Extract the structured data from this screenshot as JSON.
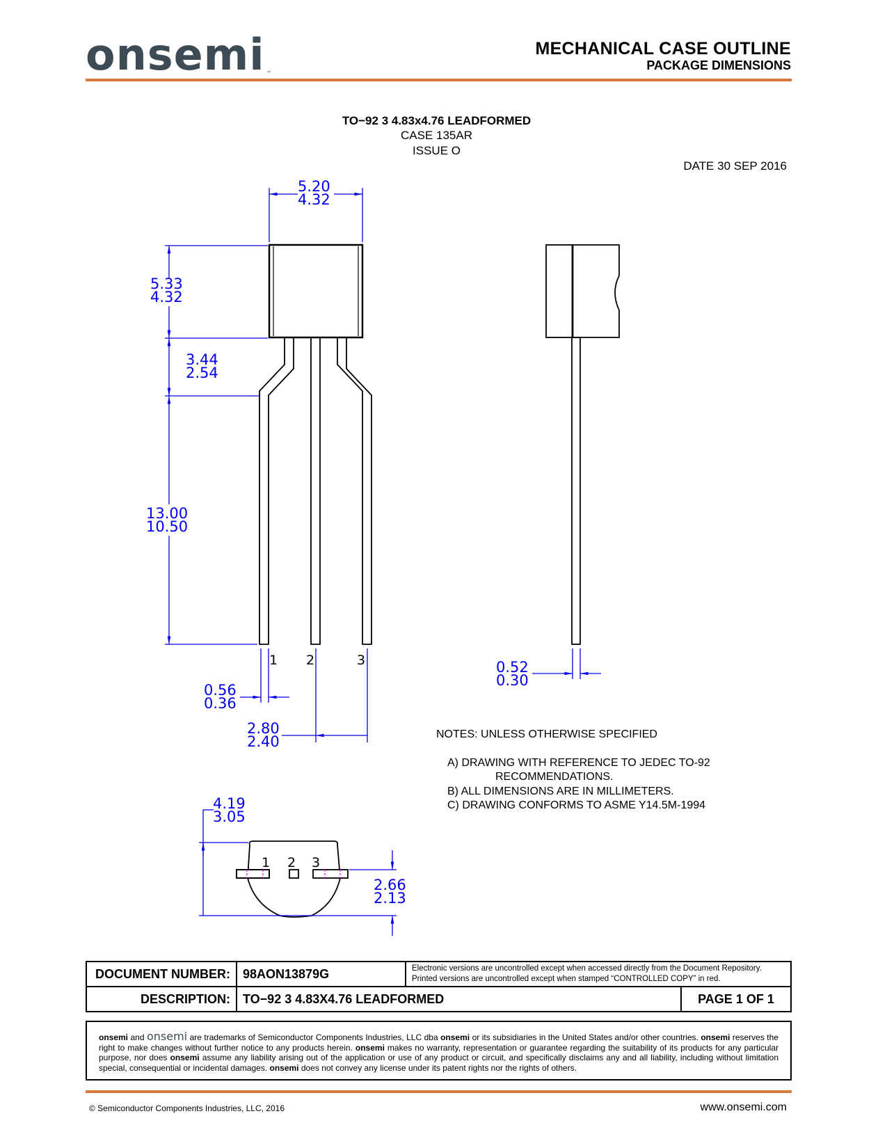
{
  "header": {
    "logo_text": "onsemi",
    "logo_tm": "™",
    "title": "MECHANICAL CASE OUTLINE",
    "subtitle": "PACKAGE DIMENSIONS",
    "accent_color": "#d9793a",
    "logo_color": "#3d4b55"
  },
  "package": {
    "name": "TO−92 3 4.83x4.76 LEADFORMED",
    "case": "CASE 135AR",
    "issue": "ISSUE O",
    "date": "DATE 30 SEP 2016"
  },
  "drawing": {
    "dimension_color": "#0000ee",
    "front_view": {
      "body_width": {
        "max": "5.20",
        "min": "4.32"
      },
      "body_height": {
        "max": "5.33",
        "min": "4.32"
      },
      "lead_form_height": {
        "max": "3.44",
        "min": "2.54"
      },
      "lead_length": {
        "max": "13.00",
        "min": "10.50"
      },
      "lead_width": {
        "max": "0.56",
        "min": "0.36"
      },
      "lead_pitch": {
        "max": "2.80",
        "min": "2.40"
      },
      "pins": [
        "1",
        "2",
        "3"
      ]
    },
    "side_view": {
      "lead_thickness": {
        "max": "0.52",
        "min": "0.30"
      }
    },
    "bottom_view": {
      "body_depth": {
        "max": "4.19",
        "min": "3.05"
      },
      "lead_offset": {
        "max": "2.66",
        "min": "2.13"
      },
      "pins": [
        "1",
        "2",
        "3"
      ]
    }
  },
  "notes": {
    "heading": "NOTES: UNLESS OTHERWISE SPECIFIED",
    "items": [
      {
        "line1": "A)  DRAWING WITH REFERENCE TO JEDEC TO-92",
        "line2": "RECOMMENDATIONS."
      },
      {
        "line1": "B)  ALL DIMENSIONS ARE IN MILLIMETERS."
      },
      {
        "line1": "C)  DRAWING CONFORMS TO ASME Y14.5M-1994"
      }
    ]
  },
  "doc_table": {
    "doc_number_label": "DOCUMENT NUMBER:",
    "doc_number": "98AON13879G",
    "control_note_1": "Electronic versions are uncontrolled except when accessed directly from the Document Repository.",
    "control_note_2": "Printed  versions are uncontrolled  except when stamped  “CONTROLLED COPY” in red.",
    "description_label": "DESCRIPTION:",
    "description": "TO−92 3 4.83X4.76 LEADFORMED",
    "page": "PAGE 1 OF 1"
  },
  "legal": {
    "brand": "onsemi",
    "and": " and ",
    "logo": "onsemi",
    "t1": " are trademarks of Semiconductor Components Industries, LLC dba ",
    "t2": " or its subsidiaries in the United States and/or other countries. ",
    "t3": " reserves the right to make changes without further notice to any products herein. ",
    "t4": " makes no warranty, representation or guarantee regarding the suitability of its products for any particular purpose, nor does ",
    "t5": " assume any liability arising out of the application or use of any product or circuit, and specifically disclaims any and all liability, including without limitation special, consequential or incidental damages. ",
    "t6": " does not convey any license under its patent rights nor the rights of others."
  },
  "footer": {
    "copyright": "©  Semiconductor Components Industries, LLC, 2016",
    "website": "www.onsemi.com"
  }
}
